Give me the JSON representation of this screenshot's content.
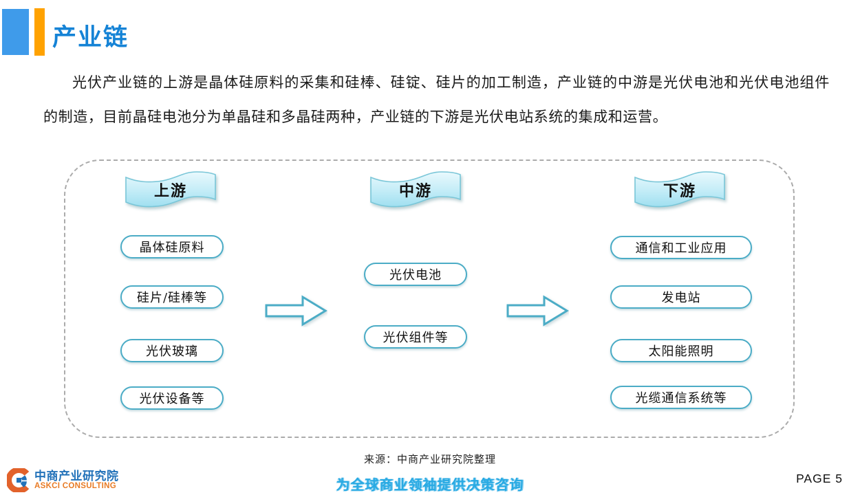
{
  "slide": {
    "title": "产业链",
    "paragraph": "光伏产业链的上游是晶体硅原料的采集和硅棒、硅锭、硅片的加工制造，产业链的中游是光伏电池和光伏电池组件的制造，目前晶硅电池分为单晶硅和多晶硅两种，产业链的下游是光伏电站系统的集成和运营。",
    "source": "来源：中商产业研究院整理"
  },
  "diagram": {
    "columns": [
      {
        "banner": "上游",
        "items": [
          "晶体硅原料",
          "硅片/硅棒等",
          "光伏玻璃",
          "光伏设备等"
        ]
      },
      {
        "banner": "中游",
        "items": [
          "光伏电池",
          "光伏组件等"
        ]
      },
      {
        "banner": "下游",
        "items": [
          "通信和工业应用",
          "发电站",
          "太阳能照明",
          "光缆通信系统等"
        ]
      }
    ],
    "arrows": [
      "right-block-arrow",
      "right-block-arrow"
    ]
  },
  "footer": {
    "logo_cn": "中商产业研究院",
    "logo_en": "ASKCI CONSULTING",
    "slogan": "为全球商业领袖提供决策咨询",
    "page": "PAGE  5"
  },
  "colors": {
    "title_blue": "#1583D6",
    "header_square_blue": "#3F9BEA",
    "header_bar_orange": "#FFA201",
    "banner_fill_top": "#E9F9FD",
    "banner_fill_bottom": "#9FDFF0",
    "banner_stroke": "#79C6D8",
    "pill_border_teal": "#4BACC6",
    "arrow_stroke_teal": "#4BACC6",
    "dashed_border_gray": "#ABABAB",
    "slogan_blue": "#29AAE3",
    "logo_blue": "#2272B9",
    "logo_orange": "#E87B25"
  }
}
